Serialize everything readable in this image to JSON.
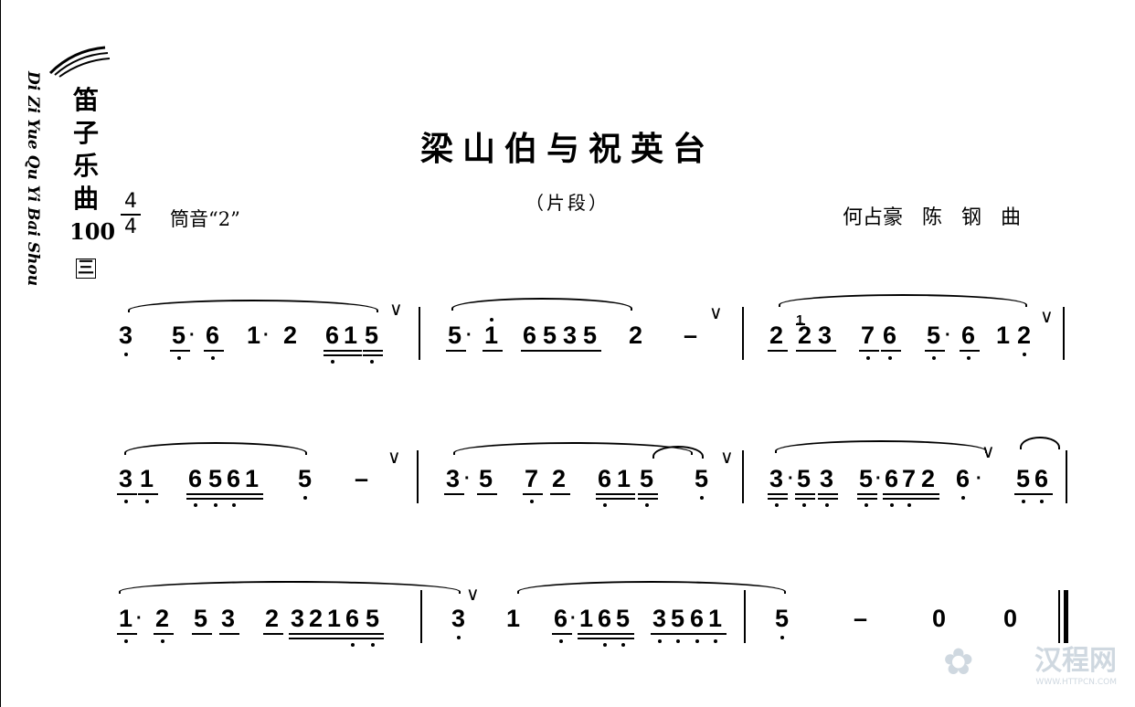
{
  "sidebar": {
    "cn_title": "笛子乐曲",
    "number": "100",
    "volume": "三",
    "pinyin": "Di Zi Yue Qu Yi Bai Shou"
  },
  "title": "梁山伯与祝英台",
  "subtitle": "（片段）",
  "composer": "何占豪 陈 钢 曲",
  "time_signature": {
    "top": "4",
    "bottom": "4"
  },
  "tuning": "筒音“2”",
  "score": {
    "line1": [
      "3 5·6 1·2 615",
      "5·1 6535 2 –",
      "2 123 76 5·6 12"
    ],
    "line2": [
      "31 6561 5 –",
      "3·5 72 615 5",
      "3·53 5·672 6· 56"
    ],
    "line3": [
      "1·2 53 2321 65",
      "3 1 6·165 3561",
      "5 – 0 0"
    ]
  },
  "watermark": {
    "brand": "汉程网",
    "url": "WWW.HTTPCN.COM"
  }
}
